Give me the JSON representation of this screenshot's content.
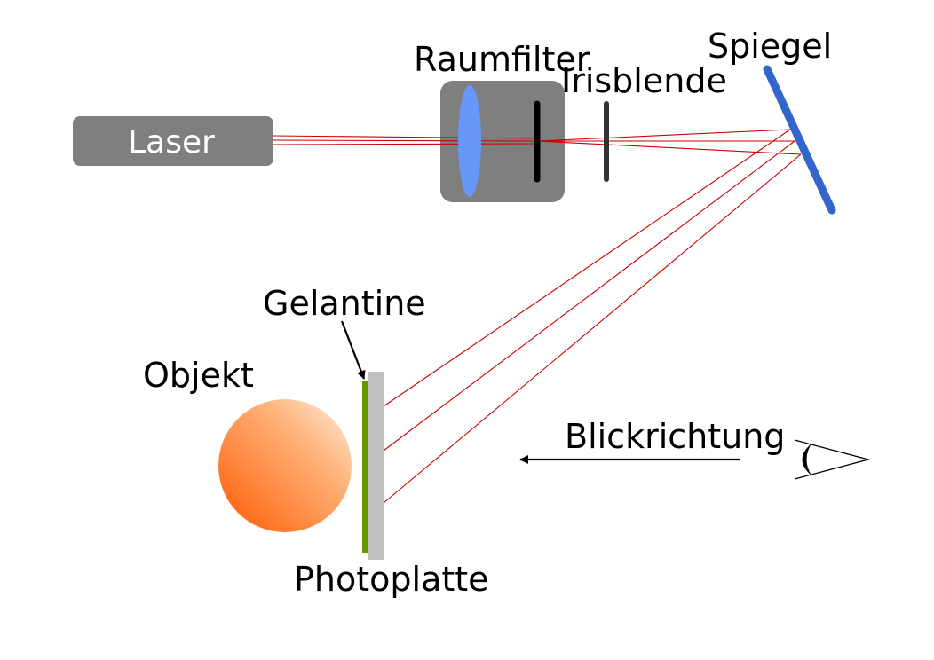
{
  "labels": {
    "laser": "Laser",
    "raumfilter": "Raumfilter",
    "irisblende": "Irisblende",
    "spiegel": "Spiegel",
    "gelantine": "Gelantine",
    "objekt": "Objekt",
    "photoplatte": "Photoplatte",
    "blickrichtung": "Blickrichtung"
  },
  "colors": {
    "laser_body": "#7f7f7f",
    "beam": "#cc0000",
    "lens": "#6699ff",
    "mirror": "#3366cc",
    "gelatine": "#669900",
    "plate": "#c0c0c0",
    "object_light": "#ffe6cc",
    "object_dark": "#ff6600"
  }
}
